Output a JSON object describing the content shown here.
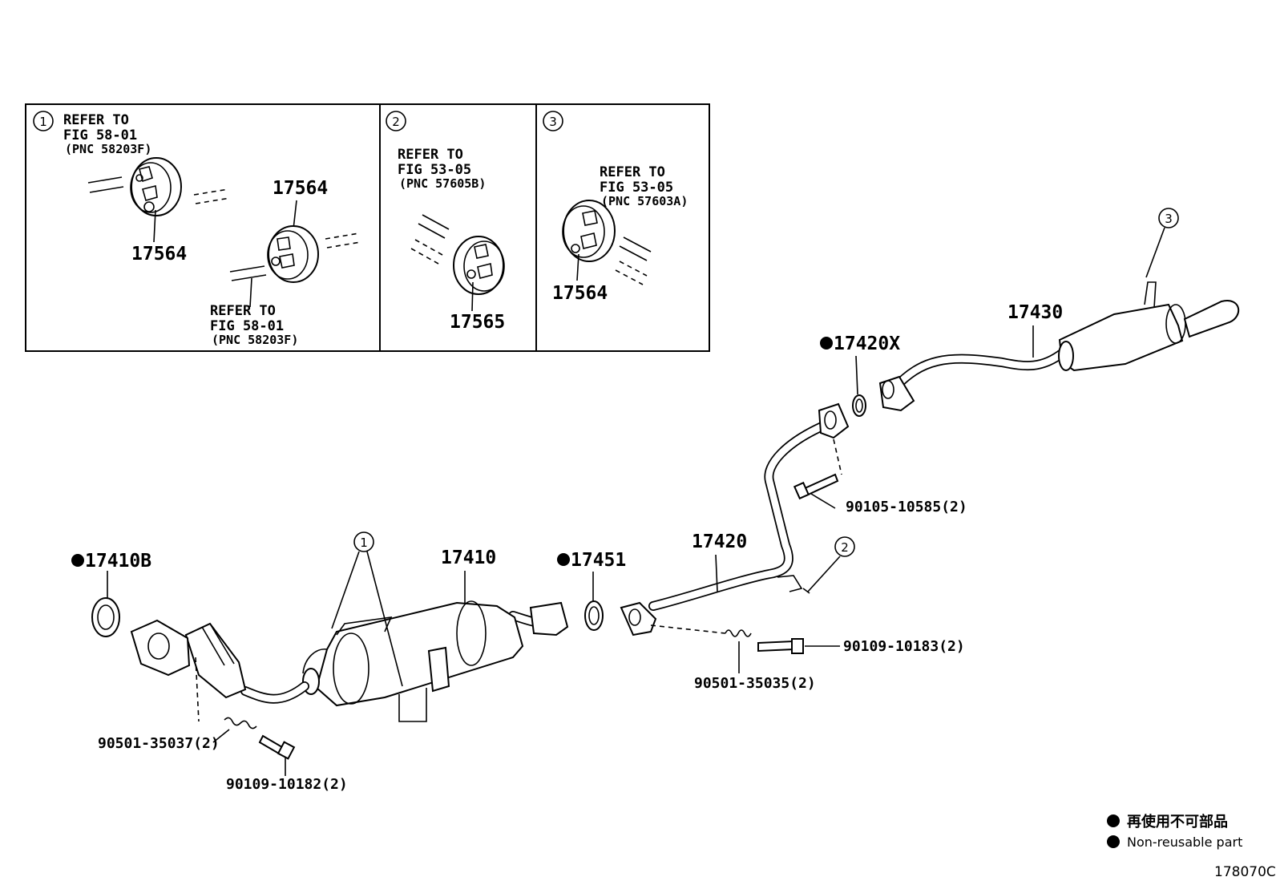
{
  "insets": [
    {
      "number": "1",
      "references": [
        {
          "line1": "REFER TO",
          "line2": "FIG 58-01",
          "line3": "(PNC 58203F)"
        },
        {
          "line1": "REFER TO",
          "line2": "FIG 58-01",
          "line3": "(PNC 58203F)"
        }
      ],
      "parts": [
        "17564",
        "17564"
      ]
    },
    {
      "number": "2",
      "references": [
        {
          "line1": "REFER TO",
          "line2": "FIG 53-05",
          "line3": "(PNC 57605B)"
        }
      ],
      "parts": [
        "17565"
      ]
    },
    {
      "number": "3",
      "references": [
        {
          "line1": "REFER TO",
          "line2": "FIG 53-05",
          "line3": "(PNC 57603A)"
        }
      ],
      "parts": [
        "17564"
      ]
    }
  ],
  "callouts": {
    "c1": "1",
    "c2": "2",
    "c3": "3"
  },
  "parts": {
    "gasket_front": "17410B",
    "converter": "17410",
    "gasket_mid": "17451",
    "center_pipe": "17420",
    "gasket_rear": "17420X",
    "tail_pipe": "17430"
  },
  "fasteners": {
    "bolt_rear": "90105-10585(2)",
    "bolt_mid": "90109-10183(2)",
    "spring_mid": "90501-35035(2)",
    "spring_front": "90501-35037(2)",
    "bolt_front": "90109-10182(2)"
  },
  "legend": {
    "japanese": "再使用不可部品",
    "english": "Non-reusable part"
  },
  "figure_id": "178070C"
}
